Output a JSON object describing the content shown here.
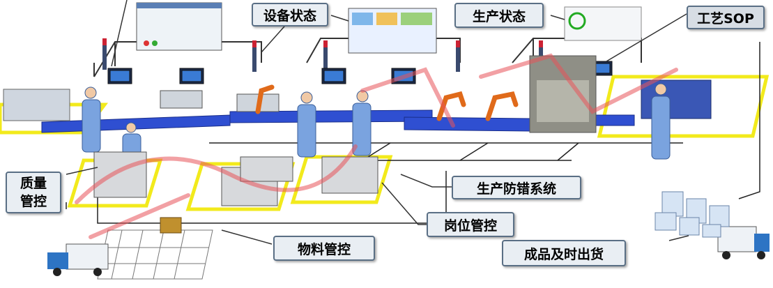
{
  "labels": {
    "equipment_status": "设备状态",
    "production_status": "生产状态",
    "process_sop": "工艺SOP",
    "quality_control": "质量\n管控",
    "error_proofing": "生产防错系统",
    "post_control": "岗位管控",
    "material_control": "物料管控",
    "finished_goods_shipping": "成品及时出货"
  },
  "colors": {
    "conveyor": "#2f4fd1",
    "zone_outline": "#f2ea1c",
    "worker": "#7aa3df",
    "robot": "#e06a1a",
    "machine": "#8f8f86",
    "watermark": "#e8545a"
  }
}
